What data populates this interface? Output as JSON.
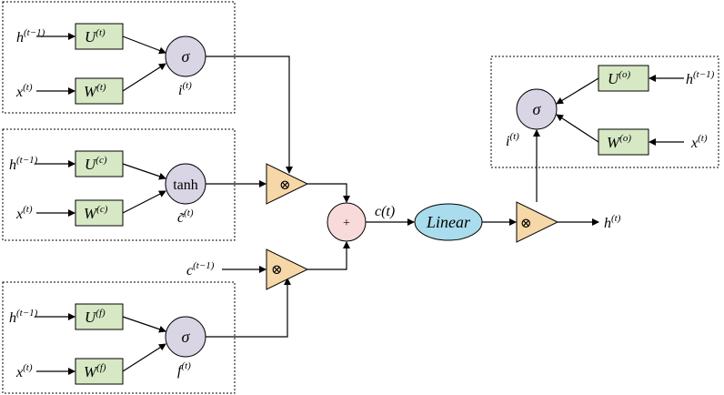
{
  "labels": {
    "h_prev": "h^{(t-1)}",
    "x_t": "x^{(t)}",
    "c_prev": "c^{(t-1)}",
    "c_t": "c(t)",
    "h_t": "h^{(t)}",
    "i_t": "i^{(t)}",
    "f_t": "f^{(t)}",
    "c_tilde": "c̃^{(t)}"
  },
  "boxes": {
    "U_i": "U^{(t)}",
    "W_i": "W^{(t)}",
    "U_c": "U^{(c)}",
    "W_c": "W^{(c)}",
    "U_f": "U^{(f)}",
    "W_f": "W^{(f)}",
    "U_o": "U^{(o)}",
    "W_o": "W^{(o)}"
  },
  "nodes": {
    "sigma": "σ",
    "tanh": "tanh",
    "plus": "+",
    "times": "⊗",
    "linear": "Linear"
  },
  "colors": {
    "box": "#d7e8c4",
    "gate": "#d9d5e4",
    "multiply": "#f6d7a8",
    "add": "#f8dada",
    "linear": "#a9dcec"
  }
}
